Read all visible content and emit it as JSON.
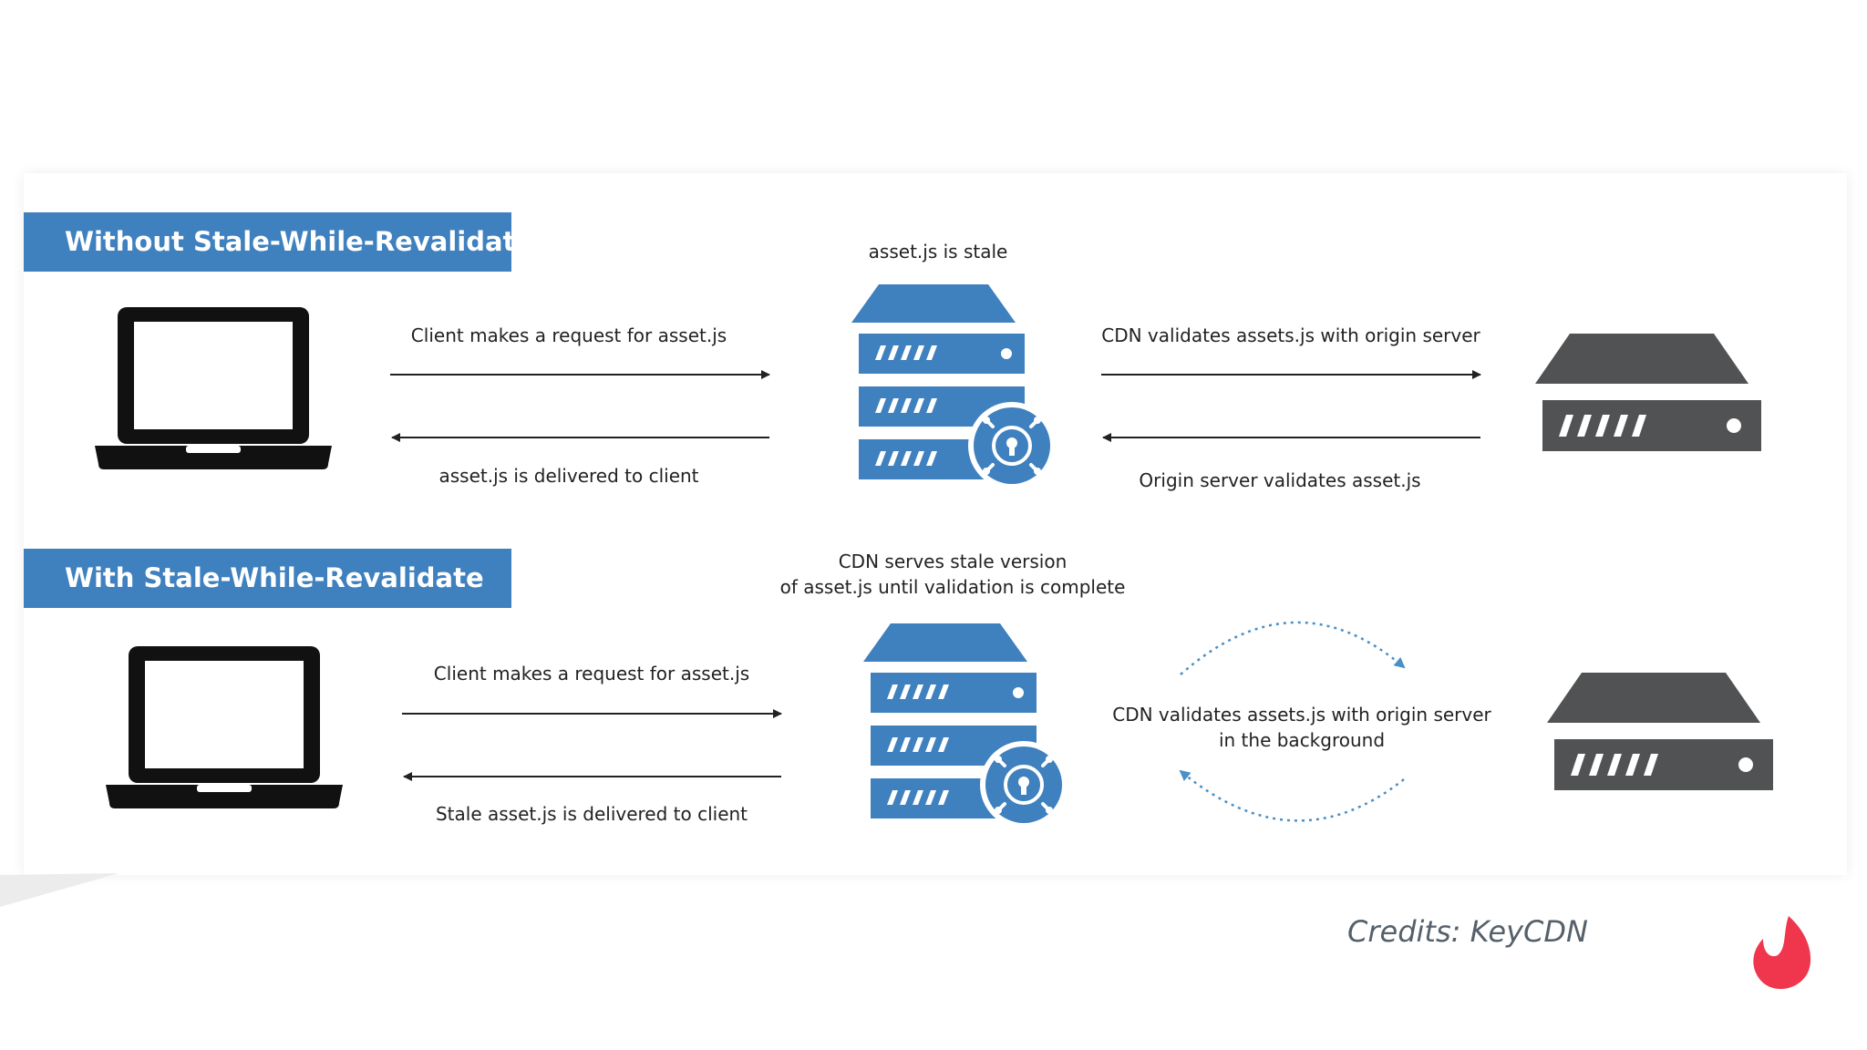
{
  "colors": {
    "header_blue": "#3f80be",
    "cdn_blue": "#3f80be",
    "origin_gray": "#505254",
    "laptop_black": "#111111",
    "arrow_black": "#222222",
    "dotted_blue": "#4a8fc6",
    "flame_red": "#f0364d"
  },
  "sections": {
    "without": {
      "title": "Without Stale-While-Revalidate",
      "cdn_caption": "asset.js is stale",
      "request_label": "Client makes a request for asset.js",
      "deliver_label": "asset.js is delivered to client",
      "validate_label": "CDN validates assets.js with origin server",
      "origin_label": "Origin server validates asset.js"
    },
    "with": {
      "title": "With Stale-While-Revalidate",
      "cdn_caption_line1": "CDN serves stale version",
      "cdn_caption_line2": "of asset.js until validation is complete",
      "request_label": "Client makes a request for asset.js",
      "deliver_label": "Stale asset.js is delivered to client",
      "validate_line1": "CDN validates assets.js with origin server",
      "validate_line2": "in the background"
    }
  },
  "icons": {
    "client": "laptop-icon",
    "cdn": "cdn-server-icon",
    "origin": "origin-server-icon",
    "brand": "flame-logo-icon"
  },
  "footer": {
    "credits": "Credits: KeyCDN"
  }
}
